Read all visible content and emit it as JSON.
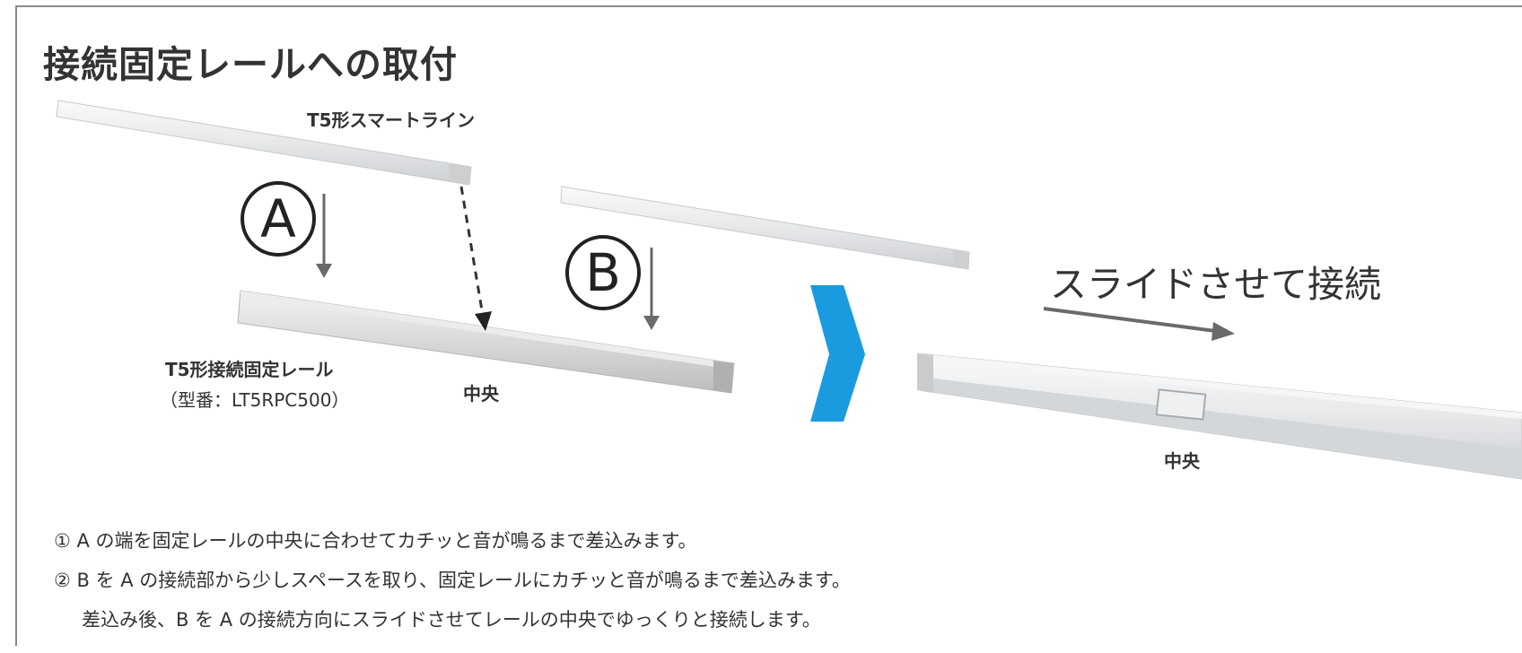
{
  "title": "接続固定レールへの取付",
  "labels": {
    "smartline": "T5形スマートライン",
    "rail": "T5形接続固定レール",
    "model": "（型番：LT5RPC500）",
    "center_left": "中央",
    "center_right": "中央",
    "marker_a": "A",
    "marker_b": "B",
    "slide_connect": "スライドさせて接続"
  },
  "notes": [
    "① A の端を固定レールの中央に合わせてカチッと音が鳴るまで差込みます。",
    "② B を A の接続部から少しスペースを取り、固定レールにカチッと音が鳴るまで差込みます。",
    "差込み後、B を A の接続方向にスライドさせてレールの中央でゆっくりと接続します。"
  ],
  "colors": {
    "big_arrow": "#1a9be0",
    "rail_light": "#e9e9e9",
    "rail_mid": "#cfcfcf",
    "rail_dark": "#a9a9a9",
    "arrow_gray": "#666666"
  }
}
